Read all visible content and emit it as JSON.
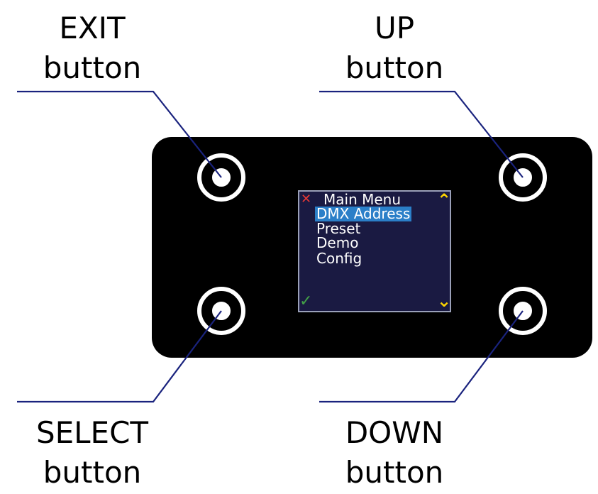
{
  "labels": {
    "exit": {
      "line1": "EXIT",
      "line2": "button"
    },
    "up": {
      "line1": "UP",
      "line2": "button"
    },
    "select": {
      "line1": "SELECT",
      "line2": "button"
    },
    "down": {
      "line1": "DOWN",
      "line2": "button"
    }
  },
  "screen": {
    "title": "Main Menu",
    "items": [
      "DMX Address",
      "Preset",
      "Demo",
      "Config"
    ],
    "selected_index": 0,
    "exit_glyph": "✕",
    "up_glyph": "⌃",
    "select_glyph": "✓",
    "down_glyph": "⌄",
    "icons": {
      "exit": "close-icon",
      "up": "chevron-up-icon",
      "select": "check-icon",
      "down": "chevron-down-icon"
    }
  },
  "colors": {
    "panel": "#000000",
    "screen_background": "#1a1a42",
    "highlight": "#2b7fc8",
    "leader_line": "#1a237e",
    "exit_icon": "#e53935",
    "nav_icons": "#ffd600",
    "select_icon": "#43a047"
  }
}
